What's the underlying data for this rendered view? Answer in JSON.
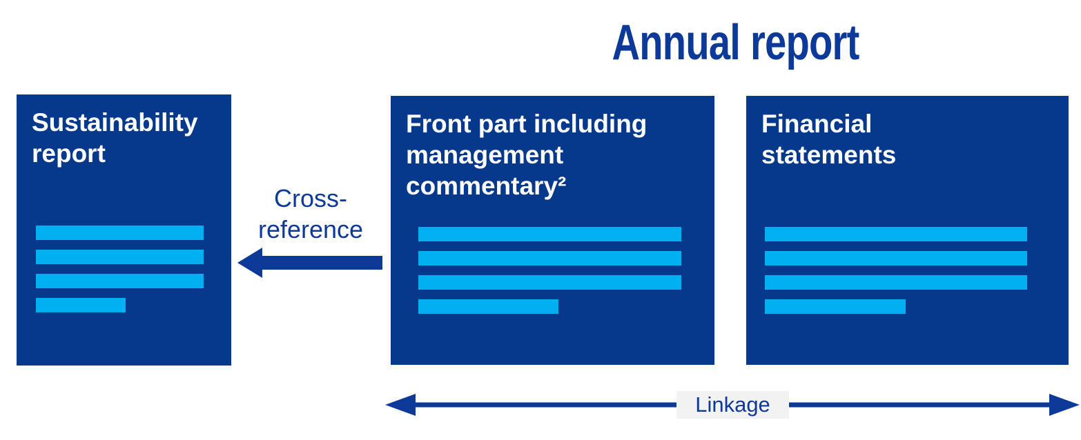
{
  "colors": {
    "box_blue": "#06398C",
    "accent_blue": "#0D3A99",
    "bar_cyan": "#00B0F0",
    "label_bg": "#F2F2F2",
    "title_white": "#FFFFFF"
  },
  "title": "Annual report",
  "boxes": {
    "sustainability": {
      "title": "Sustainability\nreport"
    },
    "front_part": {
      "title": "Front part including\nmanagement\ncommentary²"
    },
    "financial": {
      "title": "Financial\nstatements"
    }
  },
  "cross_reference": {
    "label": "Cross-\nreference"
  },
  "linkage": {
    "label": "Linkage"
  }
}
